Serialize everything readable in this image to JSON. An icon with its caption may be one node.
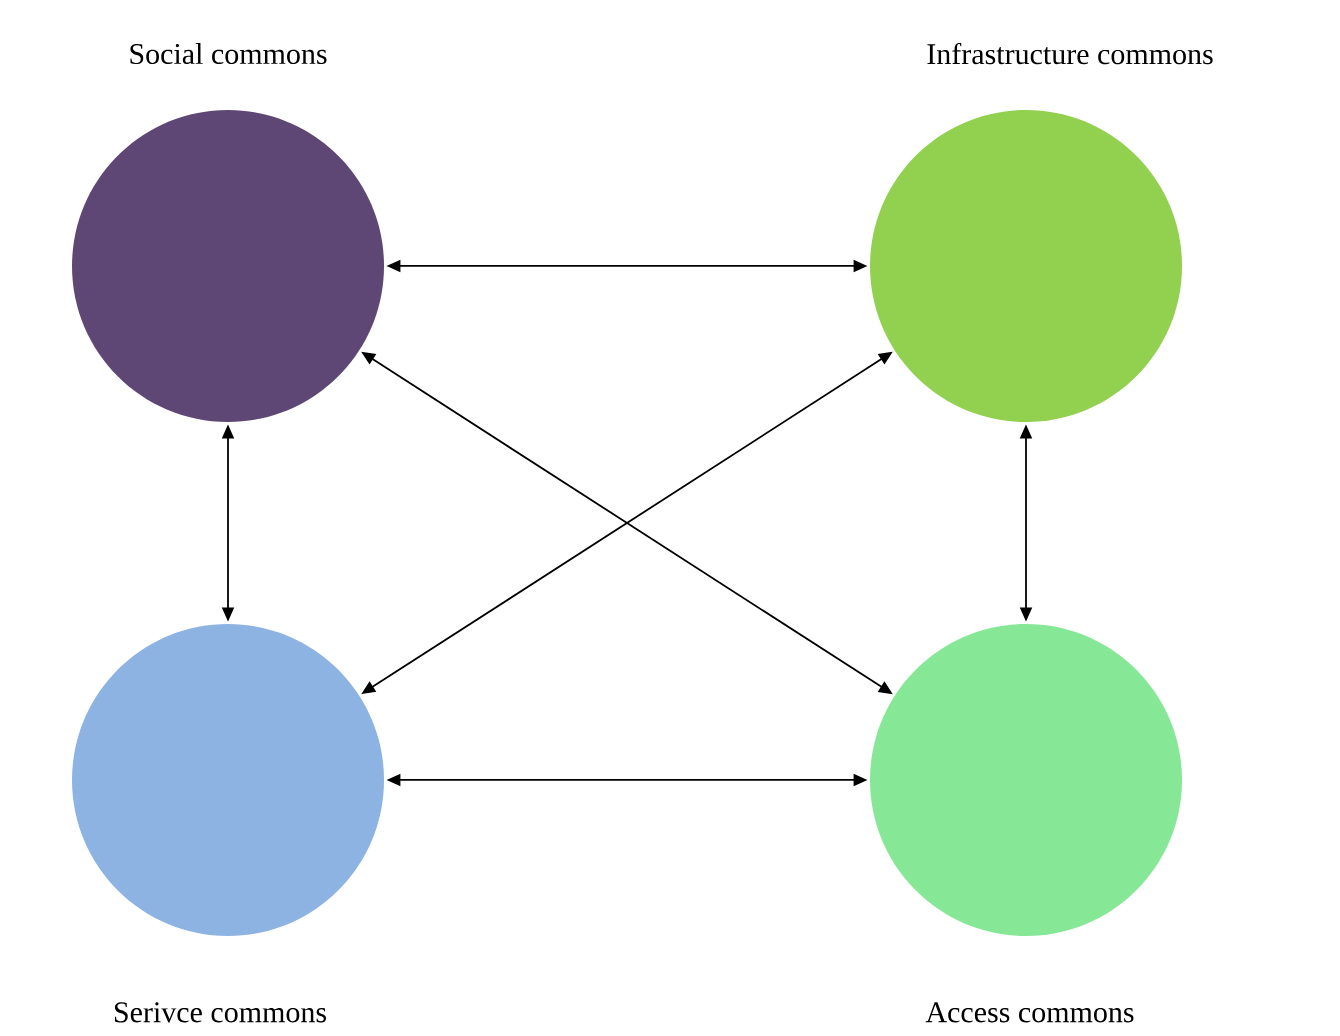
{
  "diagram": {
    "nodes": [
      {
        "text": [
          "Social commons"
        ]
      },
      {
        "text": [
          "Infrastructure commons"
        ]
      },
      {
        "text": [
          "Serivce commons"
        ]
      },
      {
        "text": [
          "Access commons"
        ]
      }
    ],
    "edges": [
      {
        "from": 0,
        "to": 1,
        "arrow": "both"
      },
      {
        "from": 0,
        "to": 2,
        "arrow": "both"
      },
      {
        "from": 1,
        "to": 3,
        "arrow": "both"
      },
      {
        "from": 2,
        "to": 3,
        "arrow": "both"
      },
      {
        "from": 0,
        "to": 3,
        "arrow": "both"
      },
      {
        "from": 1,
        "to": 2,
        "arrow": "both"
      }
    ]
  }
}
